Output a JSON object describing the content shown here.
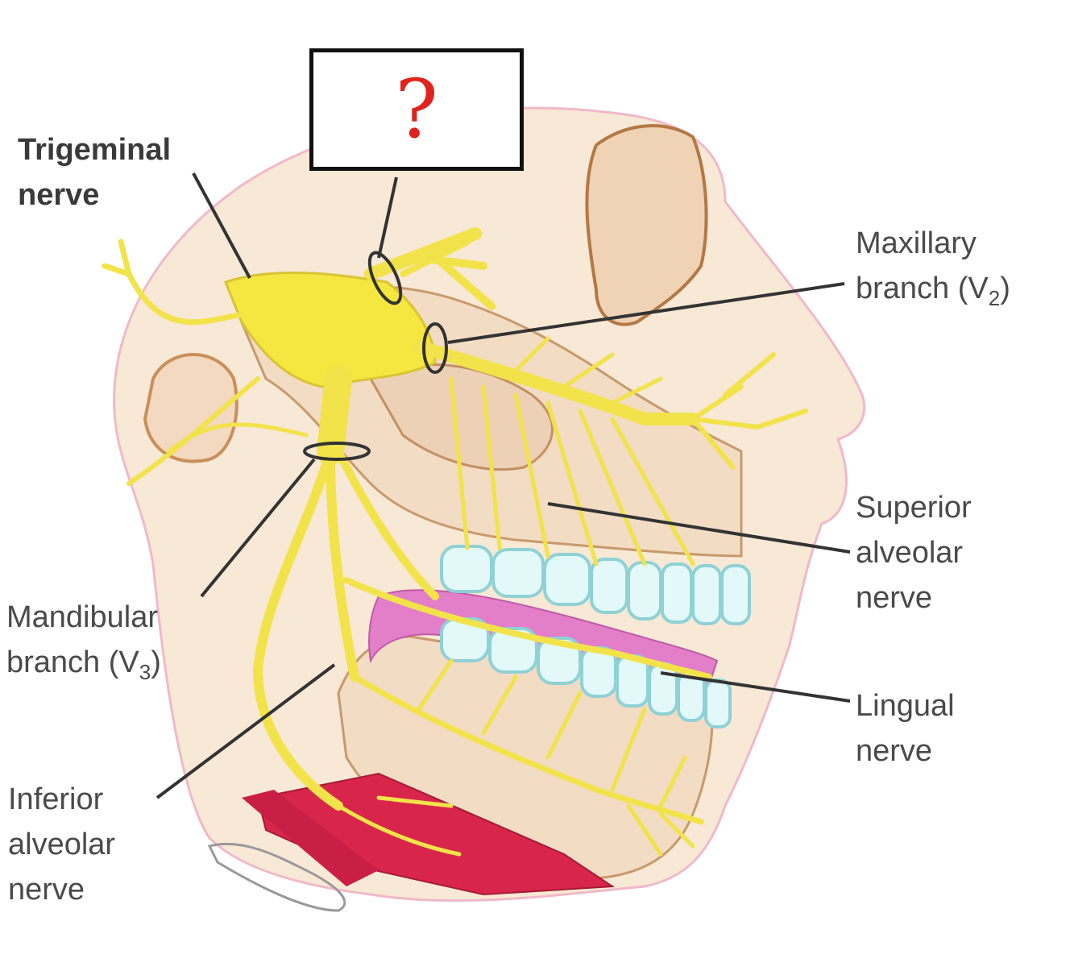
{
  "question_box": {
    "text": "?"
  },
  "labels": {
    "trigeminal": {
      "line1": "Trigeminal",
      "line2": "nerve"
    },
    "maxillary": {
      "line1": "Maxillary",
      "line2_prefix": "branch (V",
      "line2_sub": "2",
      "line2_suffix": ")"
    },
    "mandibular": {
      "line1": "Mandibular",
      "line2_prefix": "branch (V",
      "line2_sub": "3",
      "line2_suffix": ")"
    },
    "superior_alveolar": {
      "line1": "Superior",
      "line2": "alveolar",
      "line3": "nerve"
    },
    "lingual": {
      "line1": "Lingual",
      "line2": "nerve"
    },
    "inferior_alveolar": {
      "line1": "Inferior",
      "line2": "alveolar",
      "line3": "nerve"
    }
  },
  "colors": {
    "nerve": "#f2e34a",
    "nerve_outline": "#d9c434",
    "skin": "#f6e3cf",
    "bone": "#f3e0cc",
    "bone_shadow": "#c9955e",
    "teeth": "#dff6f7",
    "gum": "#e27fc8",
    "muscle": "#d8264b",
    "leader": "#333333",
    "question_mark": "#e0231c"
  }
}
